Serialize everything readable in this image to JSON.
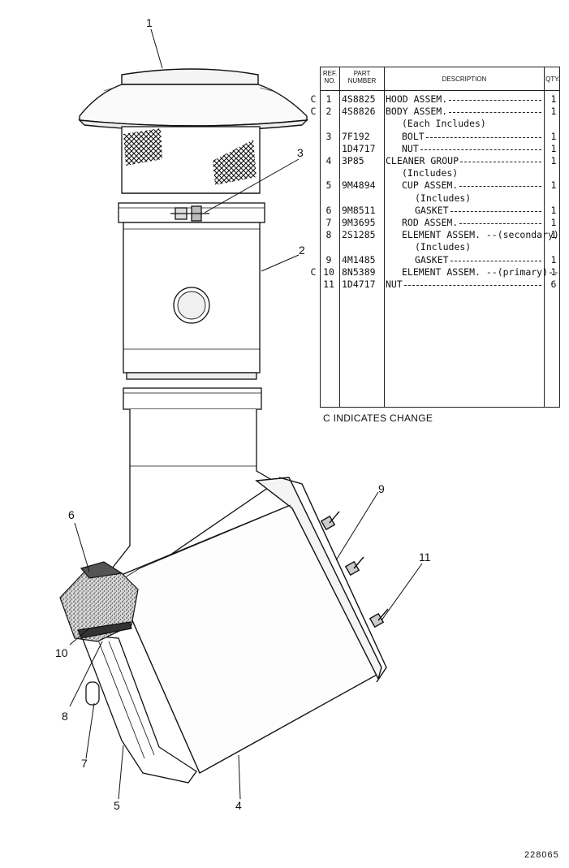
{
  "table": {
    "headers": {
      "ref_no": "REF. NO.",
      "part_number": "PART NUMBER",
      "description": "DESCRIPTION",
      "qty": "QTY."
    },
    "rows": [
      {
        "change": "C",
        "ref": "1",
        "part": "4S8825",
        "desc": "HOOD ASSEM.",
        "qty": "1"
      },
      {
        "change": "C",
        "ref": "2",
        "part": "4S8826",
        "desc": "BODY ASSEM.",
        "qty": "1"
      },
      {
        "change": "",
        "ref": "",
        "part": "",
        "desc": "(Each Includes)",
        "qty": ""
      },
      {
        "change": "",
        "ref": "3",
        "part": "7F192",
        "desc": "BOLT",
        "qty": "1"
      },
      {
        "change": "",
        "ref": "",
        "part": "1D4717",
        "desc": "NUT",
        "qty": "1"
      },
      {
        "change": "",
        "ref": "4",
        "part": "3P85",
        "desc": "CLEANER GROUP",
        "qty": "1"
      },
      {
        "change": "",
        "ref": "",
        "part": "",
        "desc": "(Includes)",
        "qty": ""
      },
      {
        "change": "",
        "ref": "5",
        "part": "9M4894",
        "desc": "CUP ASSEM.",
        "qty": "1"
      },
      {
        "change": "",
        "ref": "",
        "part": "",
        "desc": "(Includes)",
        "qty": ""
      },
      {
        "change": "",
        "ref": "6",
        "part": "9M8511",
        "desc": "GASKET",
        "qty": "1"
      },
      {
        "change": "",
        "ref": "7",
        "part": "9M3695",
        "desc": "ROD ASSEM.",
        "qty": "1"
      },
      {
        "change": "",
        "ref": "8",
        "part": "2S1285",
        "desc": "ELEMENT ASSEM. --(secondary)",
        "qty": "1"
      },
      {
        "change": "",
        "ref": "",
        "part": "",
        "desc": "(Includes)",
        "qty": ""
      },
      {
        "change": "",
        "ref": "9",
        "part": "4M1485",
        "desc": "GASKET",
        "qty": "1"
      },
      {
        "change": "C",
        "ref": "10",
        "part": "8N5389",
        "desc": "ELEMENT ASSEM. --(primary)--",
        "qty": "1"
      },
      {
        "change": "",
        "ref": "11",
        "part": "1D4717",
        "desc": "NUT",
        "qty": "6"
      }
    ]
  },
  "change_note": "C INDICATES CHANGE",
  "callouts": [
    "1",
    "2",
    "3",
    "4",
    "5",
    "6",
    "7",
    "8",
    "9",
    "10",
    "11"
  ],
  "drawing_id": "228065"
}
